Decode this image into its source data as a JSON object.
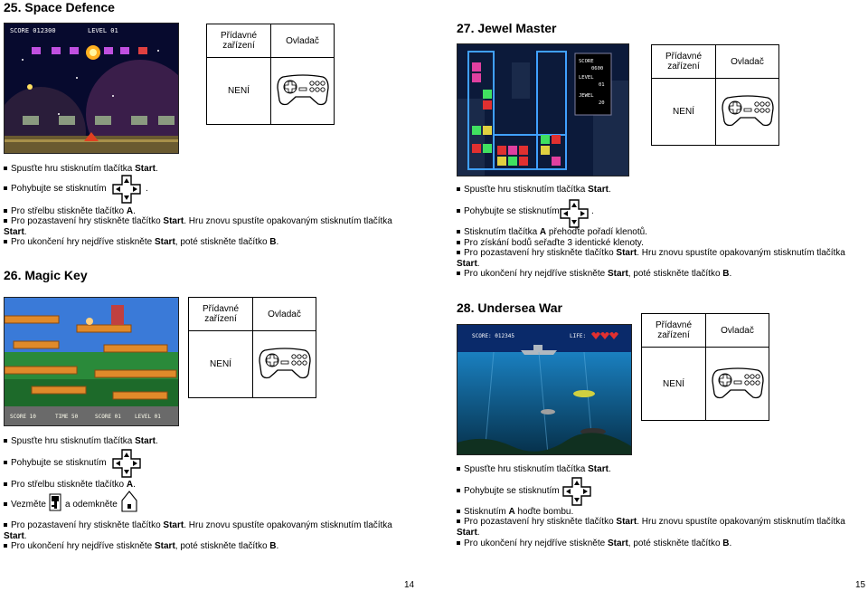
{
  "sections": {
    "s25": {
      "title": "25. Space Defence",
      "table": {
        "col1": "Přídavné zařízení",
        "col2": "Ovladač",
        "value": "NENÍ"
      },
      "hud": {
        "score": "SCORE 012300",
        "level": "LEVEL 01"
      },
      "lines": {
        "l1_pre": "Spusťte hru stisknutím tlačítka ",
        "l1_b": "Start",
        "l1_post": ".",
        "l2_pre": "Pohybujte se stisknutím",
        "l2_post": ".",
        "l3_pre": "Pro střelbu stiskněte tlačítko ",
        "l3_b": "A",
        "l3_post": ".",
        "l4_pre": "Pro pozastavení hry stiskněte tlačítko ",
        "l4_b": "Start",
        "l4_mid": ". Hru znovu spustíte opakovaným stisknutím tlačítka ",
        "l4_b2": "Start",
        "l4_post": ".",
        "l5_pre": "Pro ukončení hry nejdříve stiskněte ",
        "l5_b": "Start",
        "l5_mid": ", poté stiskněte tlačítko ",
        "l5_b2": "B",
        "l5_post": "."
      }
    },
    "s26": {
      "title": "26. Magic Key",
      "table": {
        "col1": "Přídavné zařízení",
        "col2": "Ovladač",
        "value": "NENÍ"
      },
      "hud": {
        "score": "SCORE 10",
        "time": "TIME 50",
        "bonus": "SCORE 01",
        "level": "LEVEL 01"
      },
      "lines": {
        "l1_pre": "Spusťte hru stisknutím tlačítka ",
        "l1_b": "Start",
        "l1_post": ".",
        "l2_pre": "Pohybujte se stisknutím",
        "l3_pre": "Pro střelbu stiskněte tlačítko ",
        "l3_b": "A",
        "l3_post": ".",
        "l4_pre": "Vezměte",
        "l4_mid": "a odemkněte",
        "l5_pre": "Pro pozastavení hry stiskněte tlačítko ",
        "l5_b": "Start",
        "l5_mid": ". Hru znovu spustíte opakovaným stisknutím tlačítka ",
        "l5_b2": "Start",
        "l5_post": ".",
        "l6_pre": "Pro ukončení hry nejdříve stiskněte ",
        "l6_b": "Start",
        "l6_mid": ", poté stiskněte tlačítko ",
        "l6_b2": "B",
        "l6_post": "."
      }
    },
    "s27": {
      "title": "27. Jewel Master",
      "table": {
        "col1": "Přídavné zařízení",
        "col2": "Ovladač",
        "value": "NENÍ"
      },
      "hud": {
        "score": "SCORE",
        "score_val": "0600",
        "level": "LEVEL",
        "level_val": "01",
        "jewel": "JEWEL",
        "jewel_val": "20"
      },
      "lines": {
        "l1_pre": "Spusťte hru stisknutím tlačítka ",
        "l1_b": "Start",
        "l1_post": ".",
        "l2_pre": "Pohybujte se stisknutím",
        "l2_post": ".",
        "l3_pre": "Stisknutím tlačítka ",
        "l3_b": "A",
        "l3_post": " přehoďte pořadí klenotů.",
        "l4": "Pro získání bodů seřaďte 3 identické klenoty.",
        "l5_pre": "Pro pozastavení hry stiskněte tlačítko ",
        "l5_b": "Start",
        "l5_mid": ". Hru znovu spustíte opakovaným stisknutím tlačítka ",
        "l5_b2": "Start",
        "l5_post": ".",
        "l6_pre": "Pro ukončení hry nejdříve stiskněte ",
        "l6_b": "Start",
        "l6_mid": ", poté stiskněte tlačítko ",
        "l6_b2": "B",
        "l6_post": "."
      }
    },
    "s28": {
      "title": "28. Undersea War",
      "table": {
        "col1": "Přídavné zařízení",
        "col2": "Ovladač",
        "value": "NENÍ"
      },
      "hud": {
        "score": "SCORE: 012345",
        "life": "LIFE:"
      },
      "lines": {
        "l1_pre": "Spusťte hru stisknutím tlačítka ",
        "l1_b": "Start",
        "l1_post": ".",
        "l2_pre": "Pohybujte se stisknutím",
        "l3_pre": "Stisknutím ",
        "l3_b": "A",
        "l3_post": " hoďte bombu.",
        "l4_pre": "Pro pozastavení hry stiskněte tlačítko ",
        "l4_b": "Start",
        "l4_mid": ". Hru znovu spustíte opakovaným stisknutím tlačítka ",
        "l4_b2": "Start",
        "l4_post": ".",
        "l5_pre": "Pro ukončení hry nejdříve stiskněte ",
        "l5_b": "Start",
        "l5_mid": ", poté stiskněte tlačítko ",
        "l5_b2": "B",
        "l5_post": "."
      }
    }
  },
  "pages": {
    "left": "14",
    "right": "15"
  },
  "icons": {
    "dpad": "dpad-icon",
    "controller": "gamepad-icon",
    "key": "key-icon",
    "lock": "lock-icon"
  },
  "colors": {
    "sky": "#0a1a4a",
    "sea": "#0e5a8a",
    "brick": "#d87a2a"
  }
}
